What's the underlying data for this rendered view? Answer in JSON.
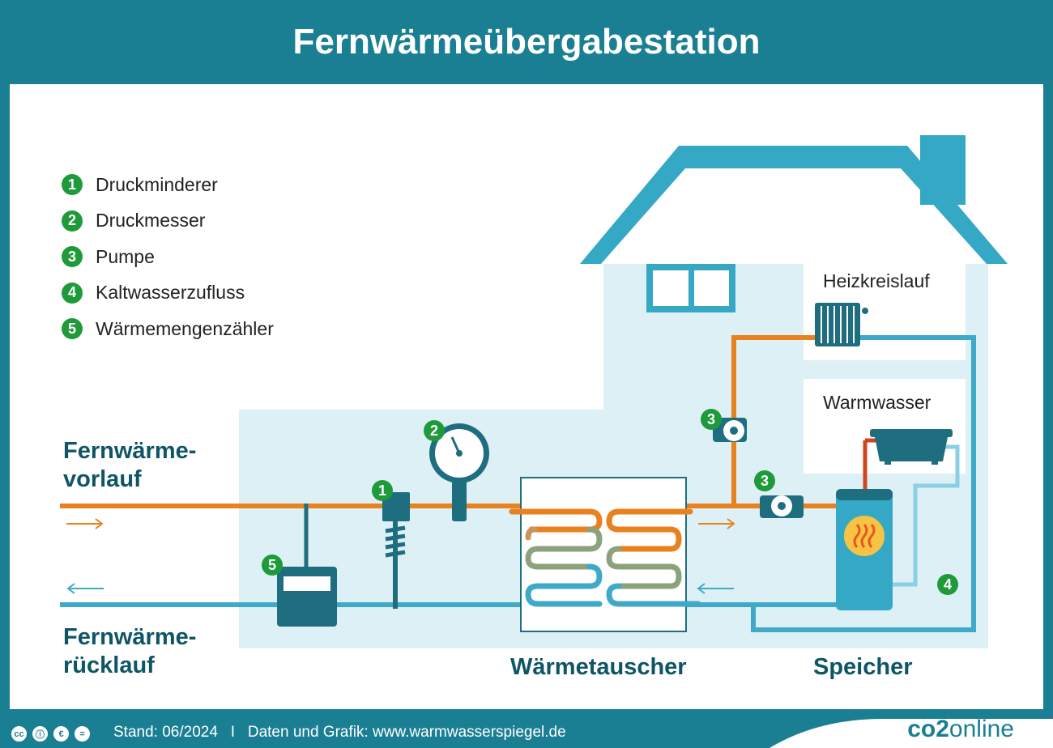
{
  "title": "Fernwärmeübergabestation",
  "legend": [
    {
      "num": "1",
      "label": "Druckminderer"
    },
    {
      "num": "2",
      "label": "Druckmesser"
    },
    {
      "num": "3",
      "label": "Pumpe"
    },
    {
      "num": "4",
      "label": "Kaltwasserzufluss"
    },
    {
      "num": "5",
      "label": "Wärmemengenzähler"
    }
  ],
  "labels": {
    "vorlauf_line1": "Fernwärme-",
    "vorlauf_line2": "vorlauf",
    "ruecklauf_line1": "Fernwärme-",
    "ruecklauf_line2": "rücklauf",
    "waermetauscher": "Wärmetauscher",
    "speicher": "Speicher",
    "heizkreislauf": "Heizkreislauf",
    "warmwasser": "Warmwasser"
  },
  "markers": {
    "druckminderer": "1",
    "druckmesser": "2",
    "pumpe_oben": "3",
    "pumpe_unten": "3",
    "kaltwasser": "4",
    "zaehler": "5"
  },
  "footer": {
    "text": "Stand: 06/2024   I   Daten und Grafik: www.warmwasserspiegel.de",
    "logo_bold": "co2",
    "logo_thin": "online",
    "license_icons": [
      "cc-icon",
      "by-icon",
      "nc-icon",
      "nd-icon"
    ]
  },
  "colors": {
    "brand": "#1a7f93",
    "hot_pipe": "#e8821e",
    "cold_pipe": "#3fa9c8",
    "house": "#dcf0f5",
    "house_roof": "#35a8c6",
    "badge": "#1f9a3b",
    "dark_label": "#0e5566"
  }
}
